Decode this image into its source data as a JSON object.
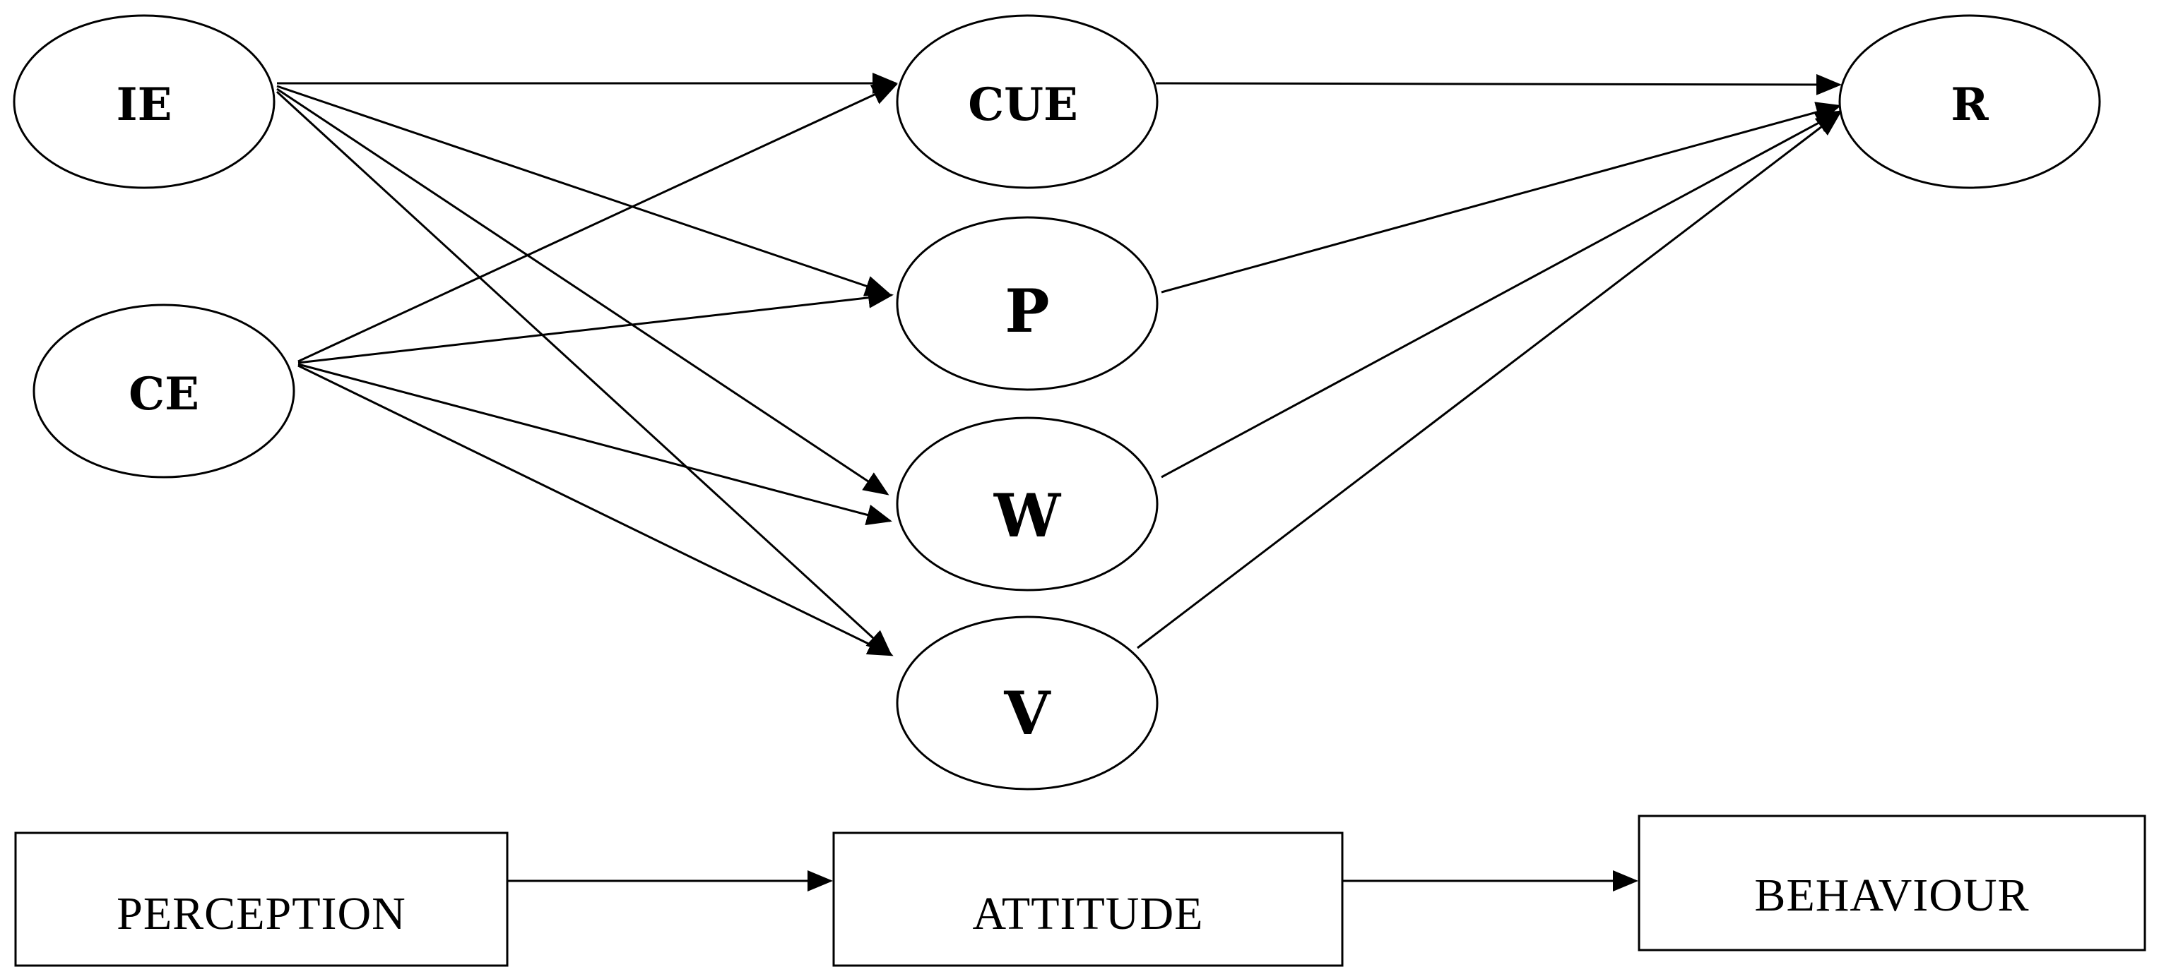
{
  "nodes": {
    "ie": {
      "label": "IE"
    },
    "ce": {
      "label": "CE"
    },
    "cue": {
      "label": "CUE"
    },
    "p": {
      "label": "P"
    },
    "w": {
      "label": "W"
    },
    "v": {
      "label": "V"
    },
    "r": {
      "label": "R"
    }
  },
  "stages": {
    "perception": {
      "label": "PERCEPTION"
    },
    "attitude": {
      "label": "ATTITUDE"
    },
    "behaviour": {
      "label": "BEHAVIOUR"
    }
  },
  "edges": [
    {
      "from": "IE",
      "to": "CUE"
    },
    {
      "from": "IE",
      "to": "P"
    },
    {
      "from": "IE",
      "to": "W"
    },
    {
      "from": "IE",
      "to": "V"
    },
    {
      "from": "CE",
      "to": "CUE"
    },
    {
      "from": "CE",
      "to": "P"
    },
    {
      "from": "CE",
      "to": "W"
    },
    {
      "from": "CE",
      "to": "V"
    },
    {
      "from": "CUE",
      "to": "R"
    },
    {
      "from": "P",
      "to": "R"
    },
    {
      "from": "W",
      "to": "R"
    },
    {
      "from": "V",
      "to": "R"
    },
    {
      "from": "PERCEPTION",
      "to": "ATTITUDE"
    },
    {
      "from": "ATTITUDE",
      "to": "BEHAVIOUR"
    }
  ]
}
